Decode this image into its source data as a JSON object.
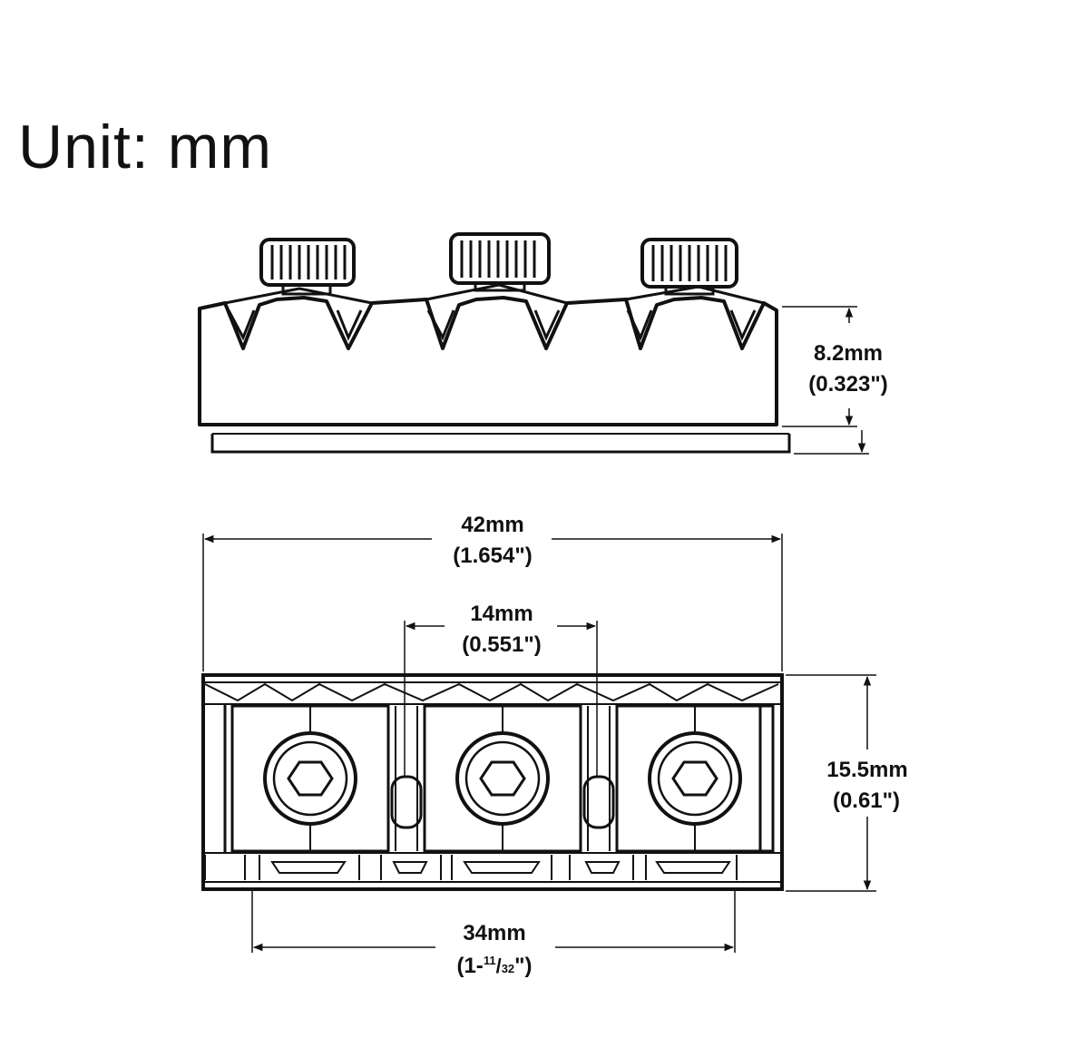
{
  "title": "Unit: mm",
  "dimensions": {
    "height": {
      "mm": "8.2mm",
      "inch": "(0.323\")"
    },
    "overall_length": {
      "mm": "42mm",
      "inch": "(1.654\")"
    },
    "screw_spacing": {
      "mm": "14mm",
      "inch": "(0.551\")"
    },
    "width": {
      "mm": "15.5mm",
      "inch": "(0.61\")"
    },
    "base_length": {
      "mm": "34mm",
      "inch_prefix": "(1-",
      "inch_num": "11",
      "inch_slash": "/",
      "inch_den": "32",
      "inch_suffix": "\")"
    }
  },
  "colors": {
    "line": "#111111",
    "background": "#ffffff"
  },
  "parts": {
    "screw_count": 3,
    "icon": "hex-socket-screw-icon"
  }
}
